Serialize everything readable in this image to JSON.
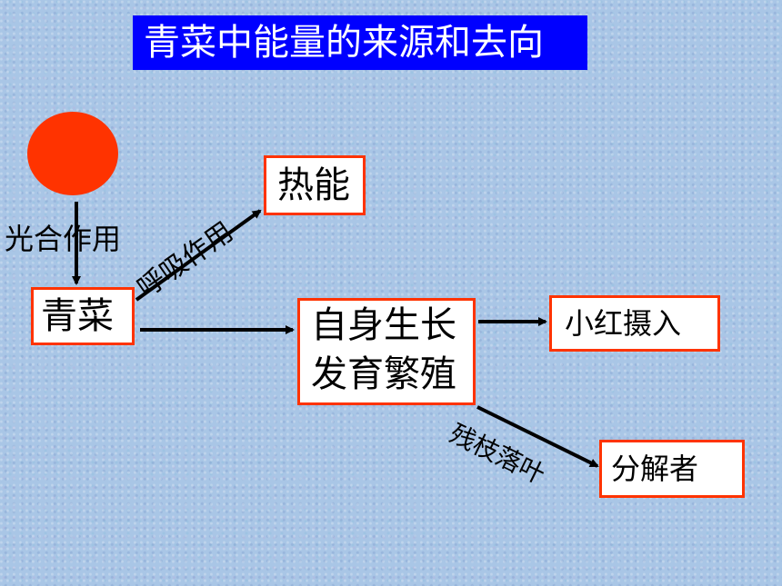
{
  "title": "青菜中能量的来源和去向",
  "nodes": {
    "heat": "热能",
    "vegetable": "青菜",
    "growth_line1": "自身生长",
    "growth_line2": "发育繁殖",
    "eaten": "小红摄入",
    "decomposer": "分解者"
  },
  "edges": {
    "photosynthesis": "光合作用",
    "respiration": "呼吸作用",
    "litter": "残枝落叶"
  },
  "colors": {
    "title_bg": "#0000ff",
    "box_border": "#ff3300",
    "sun": "#ff3300"
  }
}
